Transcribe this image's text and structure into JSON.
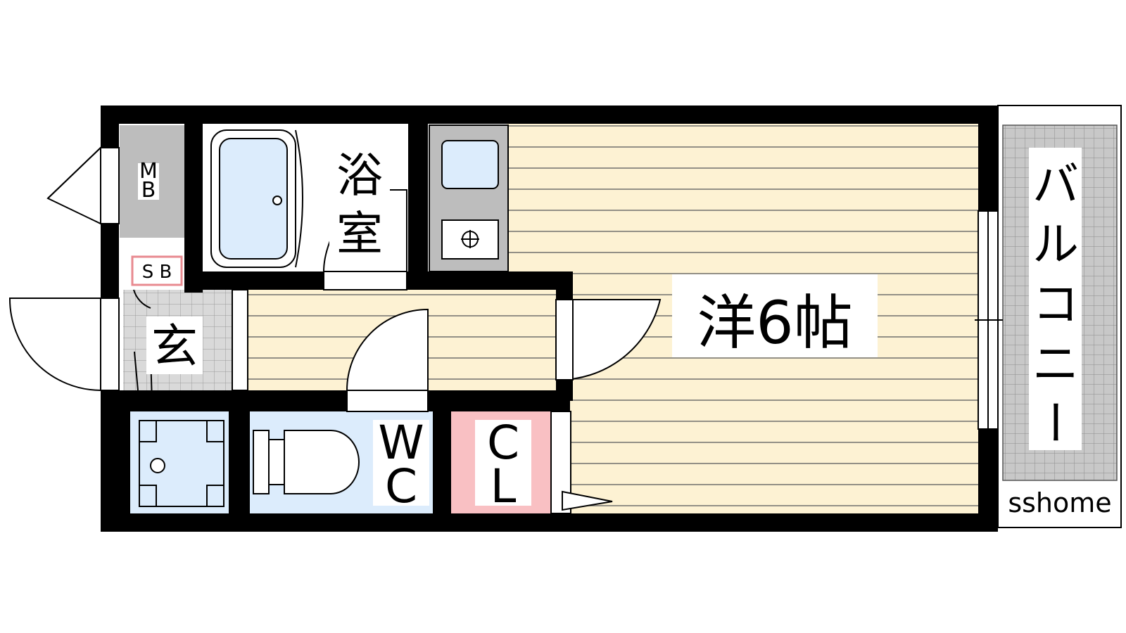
{
  "rooms": {
    "western_room": "洋6帖",
    "bathroom_line1": "浴",
    "bathroom_line2": "室",
    "entrance": "玄",
    "toilet_line1": "W",
    "toilet_line2": "C",
    "closet_line1": "C",
    "closet_line2": "L",
    "meter_box_line1": "M",
    "meter_box_line2": "B",
    "shoe_box": "S B"
  },
  "balcony": {
    "line1": "バ",
    "line2": "ル",
    "line3": "コ",
    "line4": "ニ",
    "line5": "ー"
  },
  "watermark": "sshome",
  "colors": {
    "wall": "#000000",
    "flooring": "#fdf2d3",
    "water_area": "#dcecfc",
    "closet": "#f9c0c3",
    "meter_box": "#bdbdbd",
    "balcony_tile": "#c8c8c8",
    "entrance_tile": "#d9d9d9"
  }
}
